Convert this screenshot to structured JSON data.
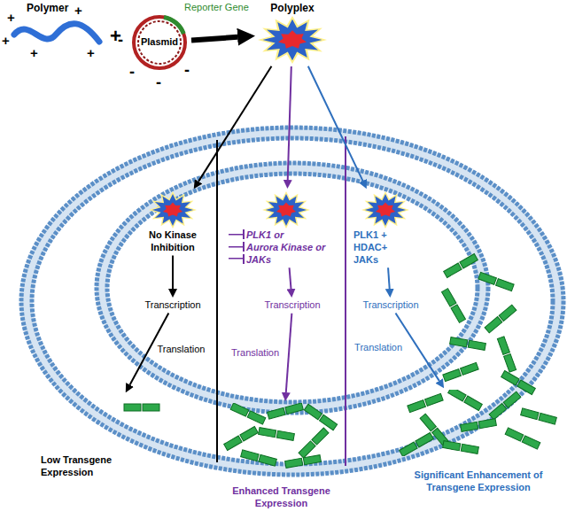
{
  "diagram": {
    "nodes": [
      {
        "text": [
          "Polymer"
        ]
      },
      {
        "text": [
          "Plasmid",
          "Reporter Gene"
        ]
      },
      {
        "text": [
          "Polyplex"
        ]
      },
      {
        "text": [
          "No Kinase Inhibition"
        ]
      },
      {
        "text": [
          "Transcription"
        ]
      },
      {
        "text": [
          "Low Transgene Expression"
        ]
      },
      {
        "text": [
          "PLK1 or",
          "Aurora Kinase or",
          "JAKs"
        ]
      },
      {
        "text": [
          "Transcription"
        ]
      },
      {
        "text": [
          "Enhanced Transgene Expression"
        ]
      },
      {
        "text": [
          "PLK1 + HDAC+ JAKs"
        ]
      },
      {
        "text": [
          "Transcription"
        ]
      },
      {
        "text": [
          "Significant Enhancement of Transgene Expression"
        ]
      }
    ],
    "edges": [
      {
        "from": 1,
        "to": 2,
        "arrow": "to"
      },
      {
        "from": 2,
        "to": 3,
        "arrow": "to"
      },
      {
        "from": 2,
        "to": 6,
        "arrow": "to"
      },
      {
        "from": 2,
        "to": 9,
        "arrow": "to"
      },
      {
        "from": 3,
        "to": 4,
        "arrow": "to"
      },
      {
        "from": 4,
        "to": 5,
        "label": "Translation",
        "arrow": "to"
      },
      {
        "from": 6,
        "to": 7,
        "arrow": "to"
      },
      {
        "from": 7,
        "to": 8,
        "label": "Translation",
        "arrow": "to"
      },
      {
        "from": 9,
        "to": 10,
        "arrow": "to"
      },
      {
        "from": 10,
        "to": 11,
        "label": "Translation",
        "arrow": "to"
      }
    ],
    "labels": [
      "+",
      "+",
      "+",
      "+",
      "+",
      "+",
      "-",
      "-",
      "-",
      "-"
    ]
  }
}
